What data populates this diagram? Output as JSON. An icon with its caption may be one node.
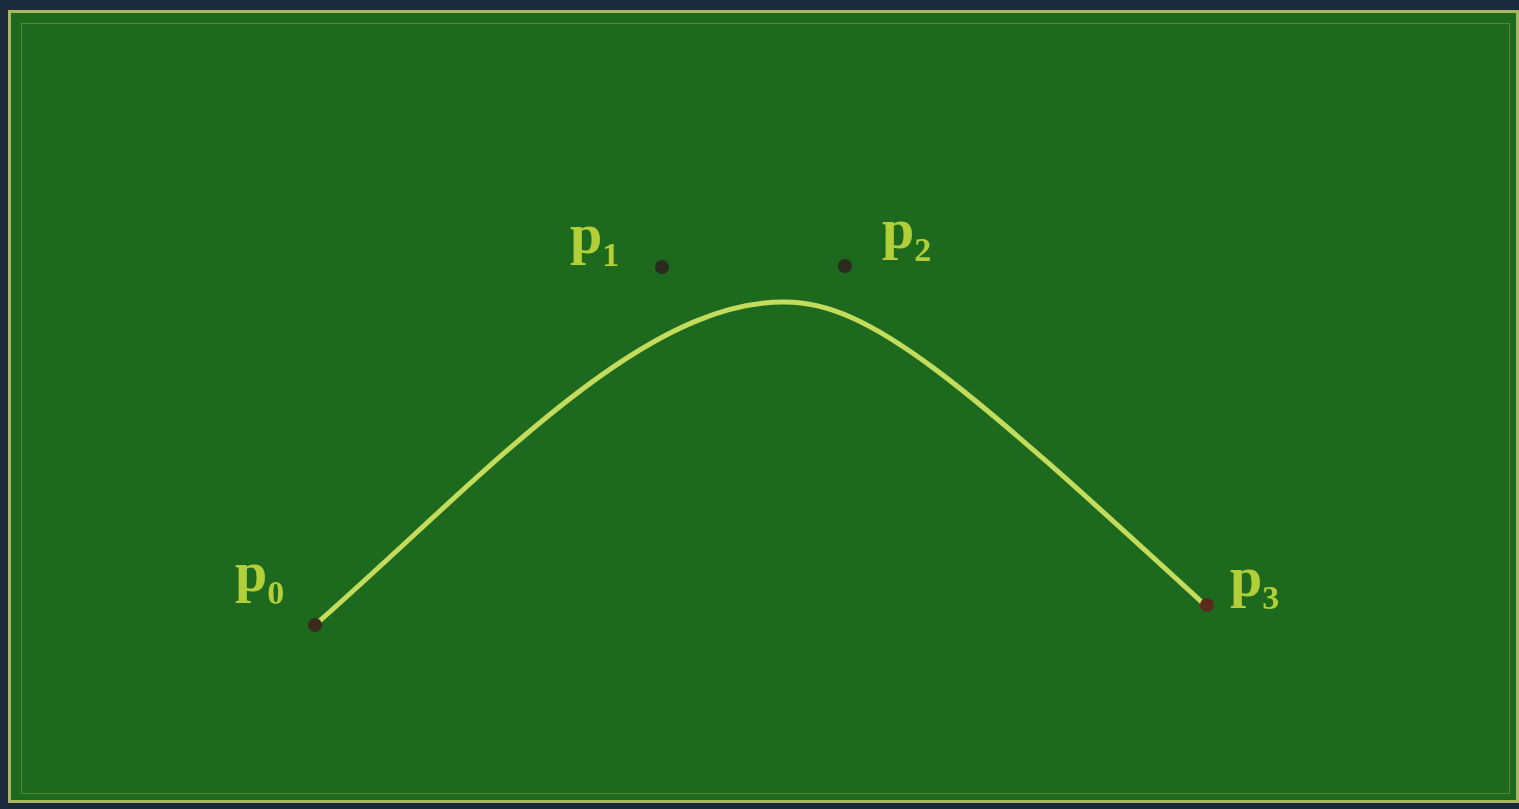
{
  "diagram": {
    "labels": [
      "p$_{1}$",
      "p$_{2}$",
      "p$_{0}$",
      "p$_{3}$"
    ]
  }
}
